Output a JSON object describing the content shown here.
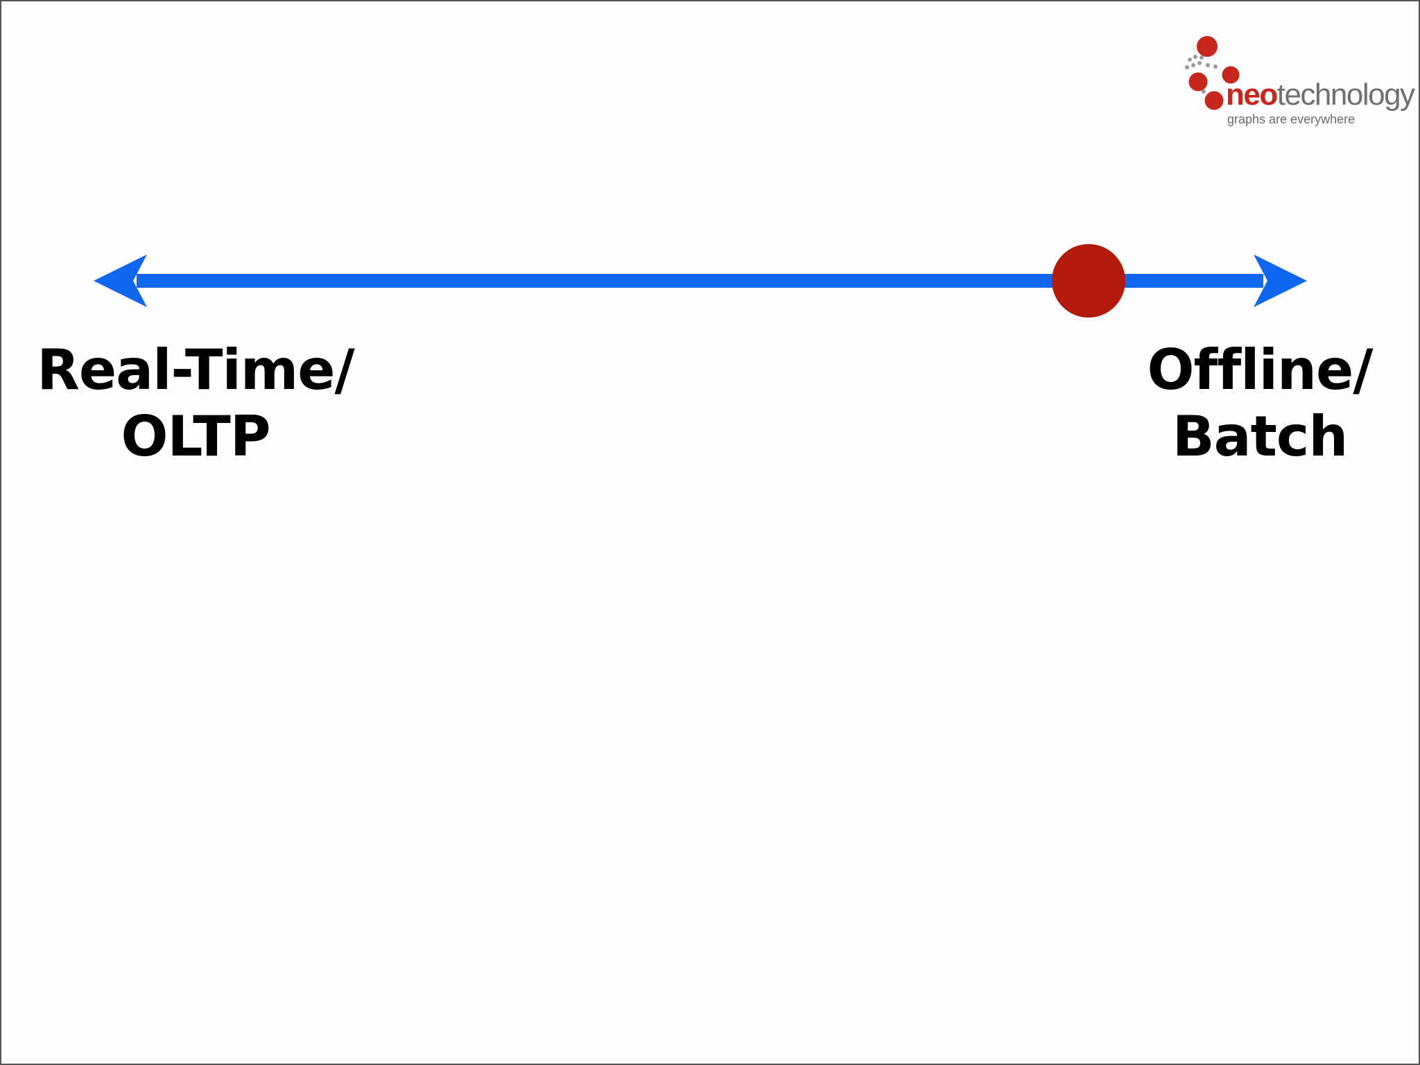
{
  "logo": {
    "brand_neo": "neo",
    "brand_tech": "technology",
    "tagline": "graphs are everywhere",
    "brand_color": "#c8261b",
    "text_color": "#707070"
  },
  "spectrum": {
    "left_label": [
      "Real-Time/",
      "OLTP"
    ],
    "right_label": [
      "Offline/",
      "Batch"
    ],
    "axis_color": "#0f66ef",
    "marker_color": "#b31a0b",
    "marker_position": 0.82
  }
}
